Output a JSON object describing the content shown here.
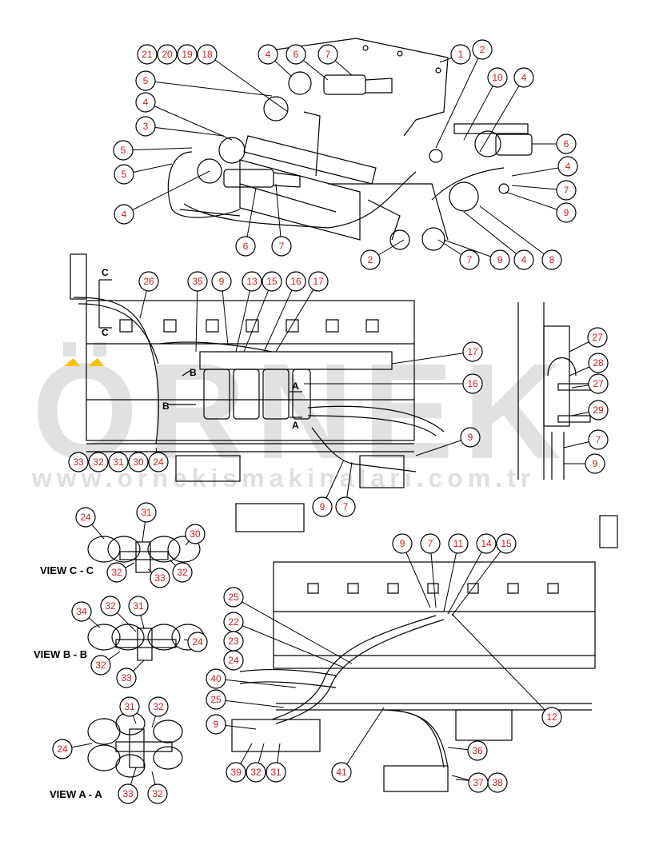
{
  "watermark": {
    "brand": "ÖRNEK",
    "url": "www.ornekismakinalari.com.tr"
  },
  "views": {
    "c_c": "VIEW C - C",
    "b_b": "VIEW B - B",
    "a_a": "VIEW A - A"
  },
  "section_letters": {
    "c": "C",
    "b": "B",
    "a": "A"
  },
  "colors": {
    "callout": "#cc1f1f",
    "line": "#000000",
    "watermark": "#d8d8d8",
    "accent": "#f5c200"
  },
  "callouts": [
    {
      "n": "21"
    },
    {
      "n": "20"
    },
    {
      "n": "19"
    },
    {
      "n": "18"
    },
    {
      "n": "4"
    },
    {
      "n": "6"
    },
    {
      "n": "7"
    },
    {
      "n": "1"
    },
    {
      "n": "2"
    },
    {
      "n": "5"
    },
    {
      "n": "4"
    },
    {
      "n": "3"
    },
    {
      "n": "5"
    },
    {
      "n": "5"
    },
    {
      "n": "4"
    },
    {
      "n": "6"
    },
    {
      "n": "7"
    },
    {
      "n": "10"
    },
    {
      "n": "4"
    },
    {
      "n": "6"
    },
    {
      "n": "4"
    },
    {
      "n": "7"
    },
    {
      "n": "9"
    },
    {
      "n": "8"
    },
    {
      "n": "4"
    },
    {
      "n": "9"
    },
    {
      "n": "7"
    },
    {
      "n": "2"
    },
    {
      "n": "26"
    },
    {
      "n": "35"
    },
    {
      "n": "9"
    },
    {
      "n": "13"
    },
    {
      "n": "15"
    },
    {
      "n": "16"
    },
    {
      "n": "17"
    },
    {
      "n": "17"
    },
    {
      "n": "16"
    },
    {
      "n": "9"
    },
    {
      "n": "33"
    },
    {
      "n": "32"
    },
    {
      "n": "31"
    },
    {
      "n": "30"
    },
    {
      "n": "24"
    },
    {
      "n": "9"
    },
    {
      "n": "7"
    },
    {
      "n": "27"
    },
    {
      "n": "28"
    },
    {
      "n": "27"
    },
    {
      "n": "29"
    },
    {
      "n": "7"
    },
    {
      "n": "9"
    },
    {
      "n": "24"
    },
    {
      "n": "31"
    },
    {
      "n": "30"
    },
    {
      "n": "32"
    },
    {
      "n": "33"
    },
    {
      "n": "32"
    },
    {
      "n": "34"
    },
    {
      "n": "32"
    },
    {
      "n": "31"
    },
    {
      "n": "24"
    },
    {
      "n": "32"
    },
    {
      "n": "33"
    },
    {
      "n": "31"
    },
    {
      "n": "32"
    },
    {
      "n": "24"
    },
    {
      "n": "33"
    },
    {
      "n": "32"
    },
    {
      "n": "9"
    },
    {
      "n": "7"
    },
    {
      "n": "11"
    },
    {
      "n": "14"
    },
    {
      "n": "15"
    },
    {
      "n": "25"
    },
    {
      "n": "22"
    },
    {
      "n": "23"
    },
    {
      "n": "24"
    },
    {
      "n": "40"
    },
    {
      "n": "25"
    },
    {
      "n": "9"
    },
    {
      "n": "12"
    },
    {
      "n": "36"
    },
    {
      "n": "39"
    },
    {
      "n": "32"
    },
    {
      "n": "31"
    },
    {
      "n": "41"
    },
    {
      "n": "37"
    },
    {
      "n": "38"
    }
  ]
}
